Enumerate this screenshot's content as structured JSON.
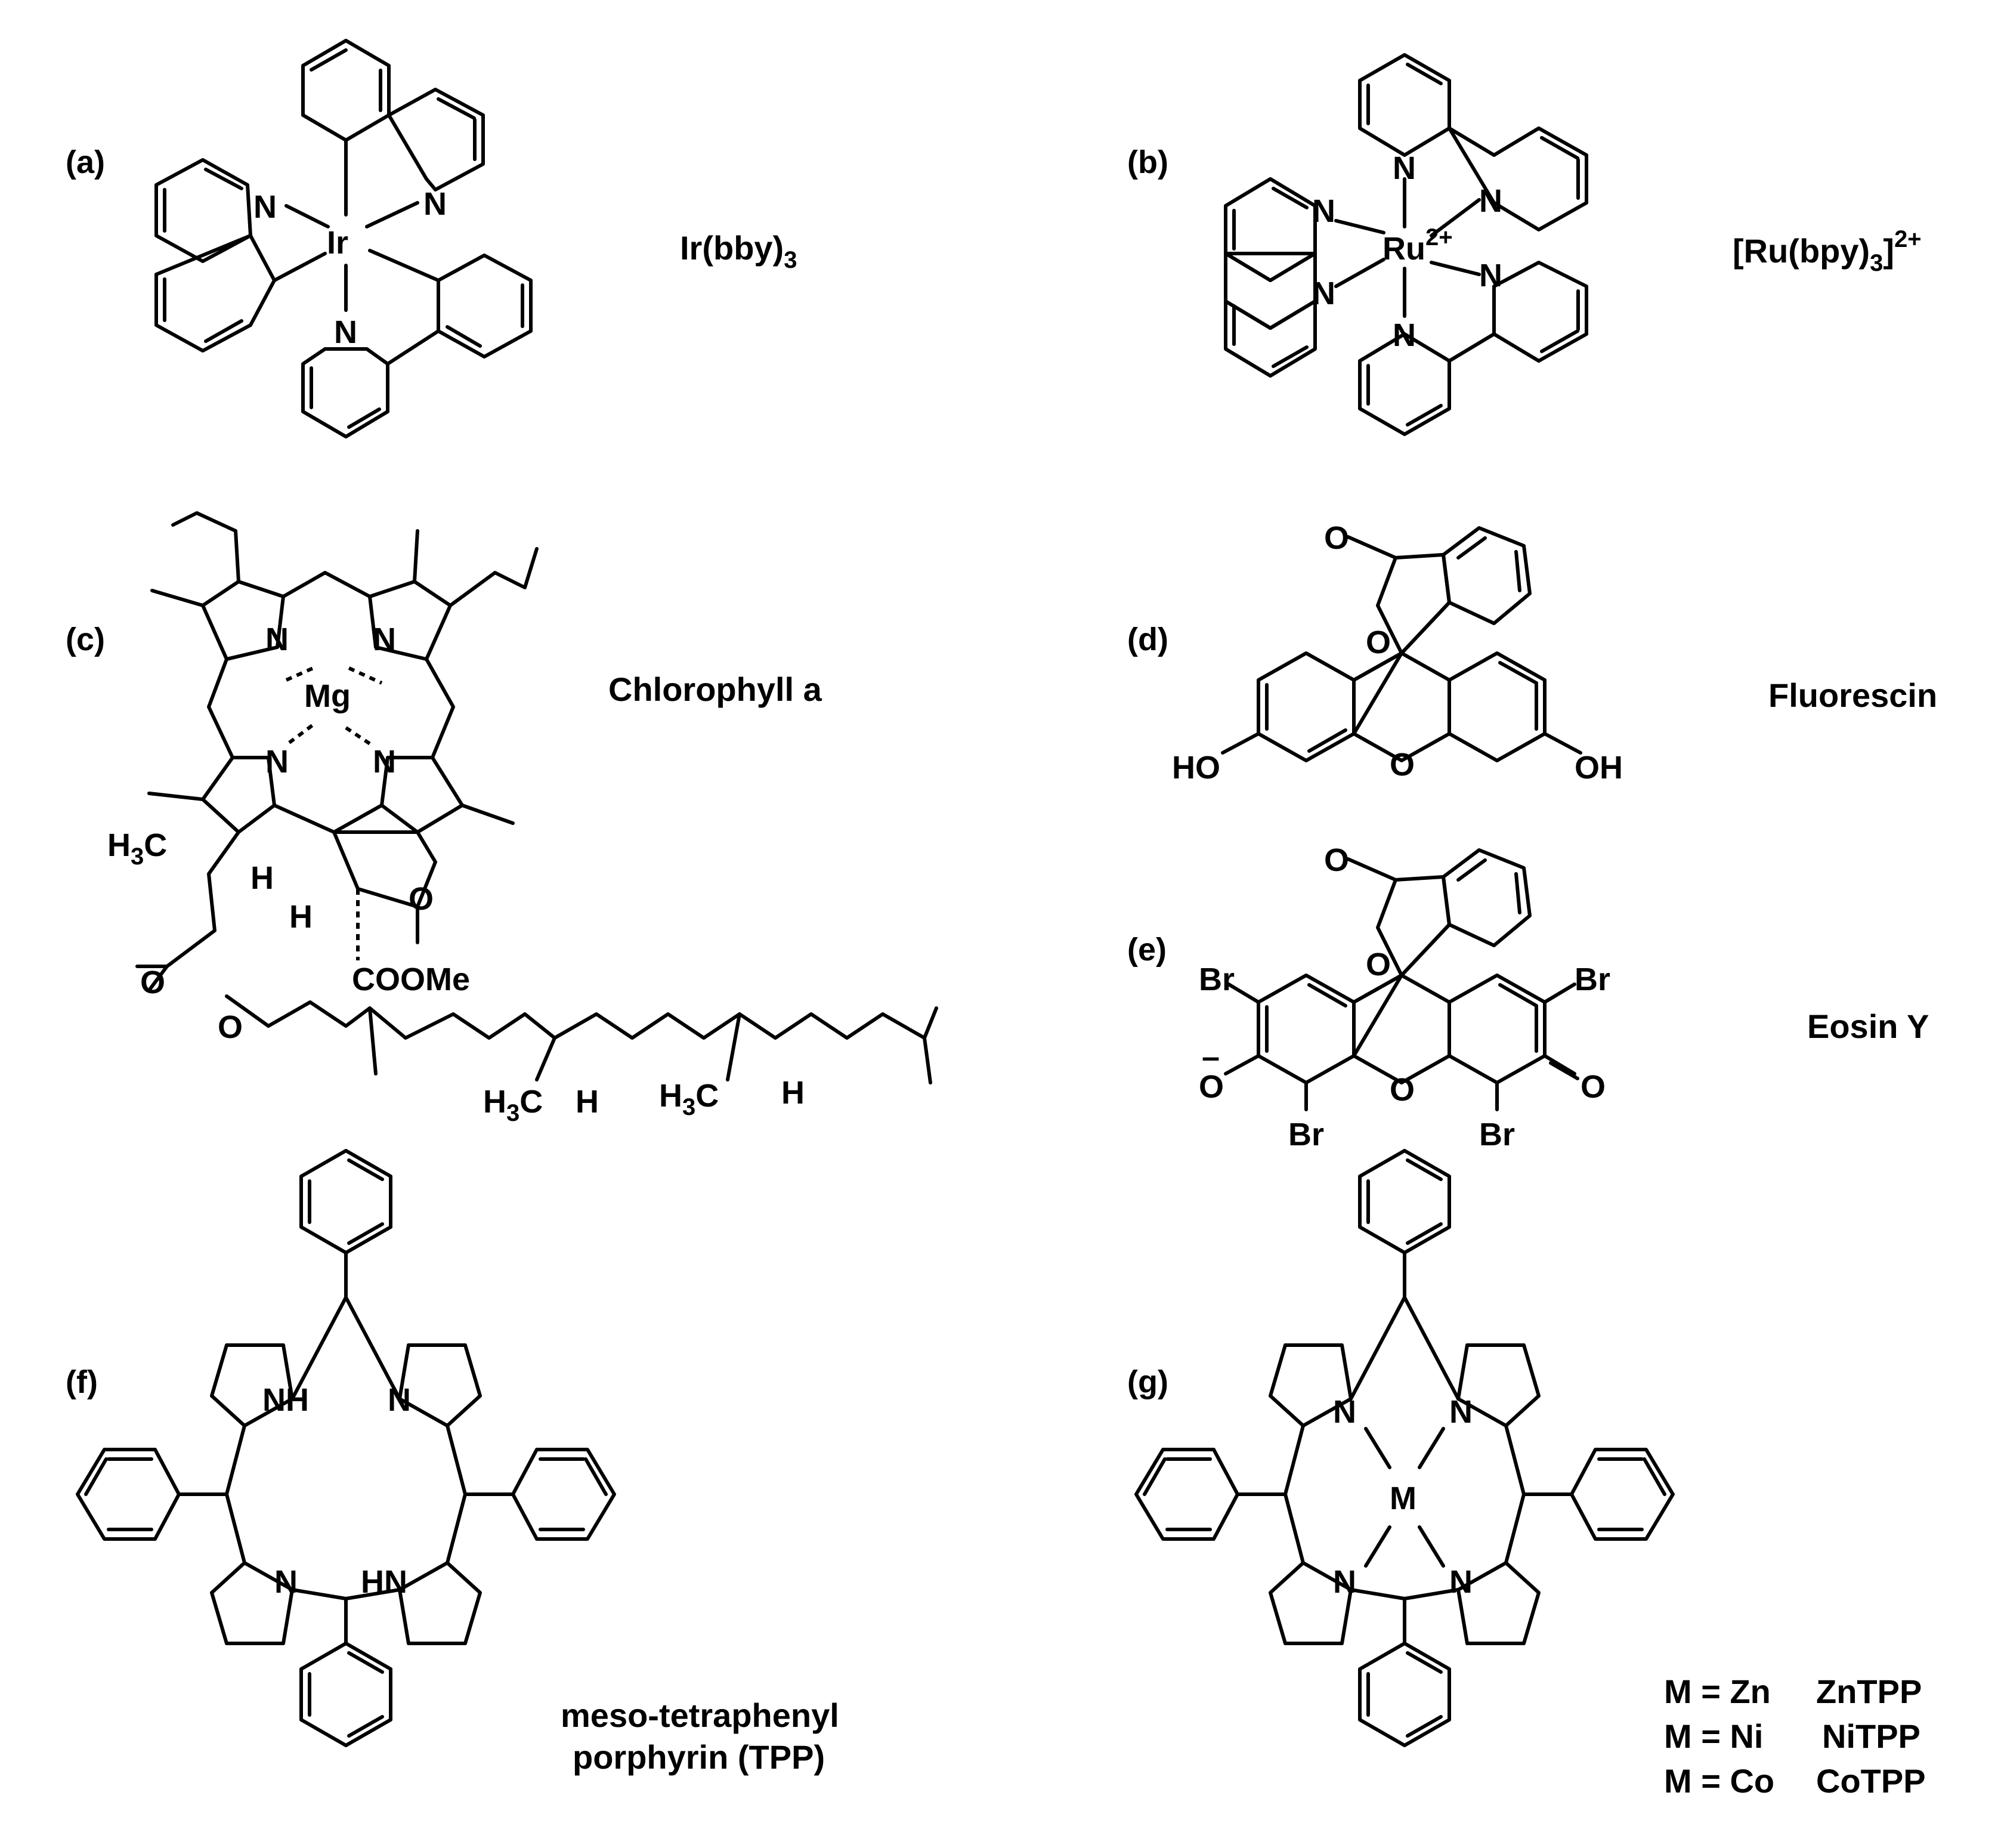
{
  "panels": {
    "a": {
      "tag": "(a)",
      "name": "Ir(bby)",
      "name_sub": "3"
    },
    "b": {
      "tag": "(b)",
      "name": "[Ru(bpy)",
      "name_sub": "3",
      "name_tail": "]",
      "name_sup": "2+"
    },
    "c": {
      "tag": "(c)",
      "name": "Chlorophyll a"
    },
    "d": {
      "tag": "(d)",
      "name": "Fluorescin"
    },
    "e": {
      "tag": "(e)",
      "name": "Eosin Y"
    },
    "f": {
      "tag": "(f)",
      "name_line1": "meso-tetraphenyl",
      "name_line2": "porphyrin (TPP)"
    },
    "g": {
      "tag": "(g)",
      "legend": [
        {
          "left": "M = Zn",
          "right": "ZnTPP"
        },
        {
          "left": "M = Ni",
          "right": "NiTPP"
        },
        {
          "left": "M = Co",
          "right": "CoTPP"
        }
      ]
    }
  },
  "atoms": {
    "N": "N",
    "Ir": "Ir",
    "Ru": "Ru",
    "ru_charge": "2+",
    "Mg": "Mg",
    "M": "M",
    "O": "O",
    "HO": "HO",
    "OH": "OH",
    "Br": "Br",
    "H": "H",
    "NH": "NH",
    "HN": "HN",
    "H3C": "H",
    "H3C_sub": "3",
    "H3C_tail": "C",
    "COOMe": "COOMe",
    "minus": "–"
  }
}
